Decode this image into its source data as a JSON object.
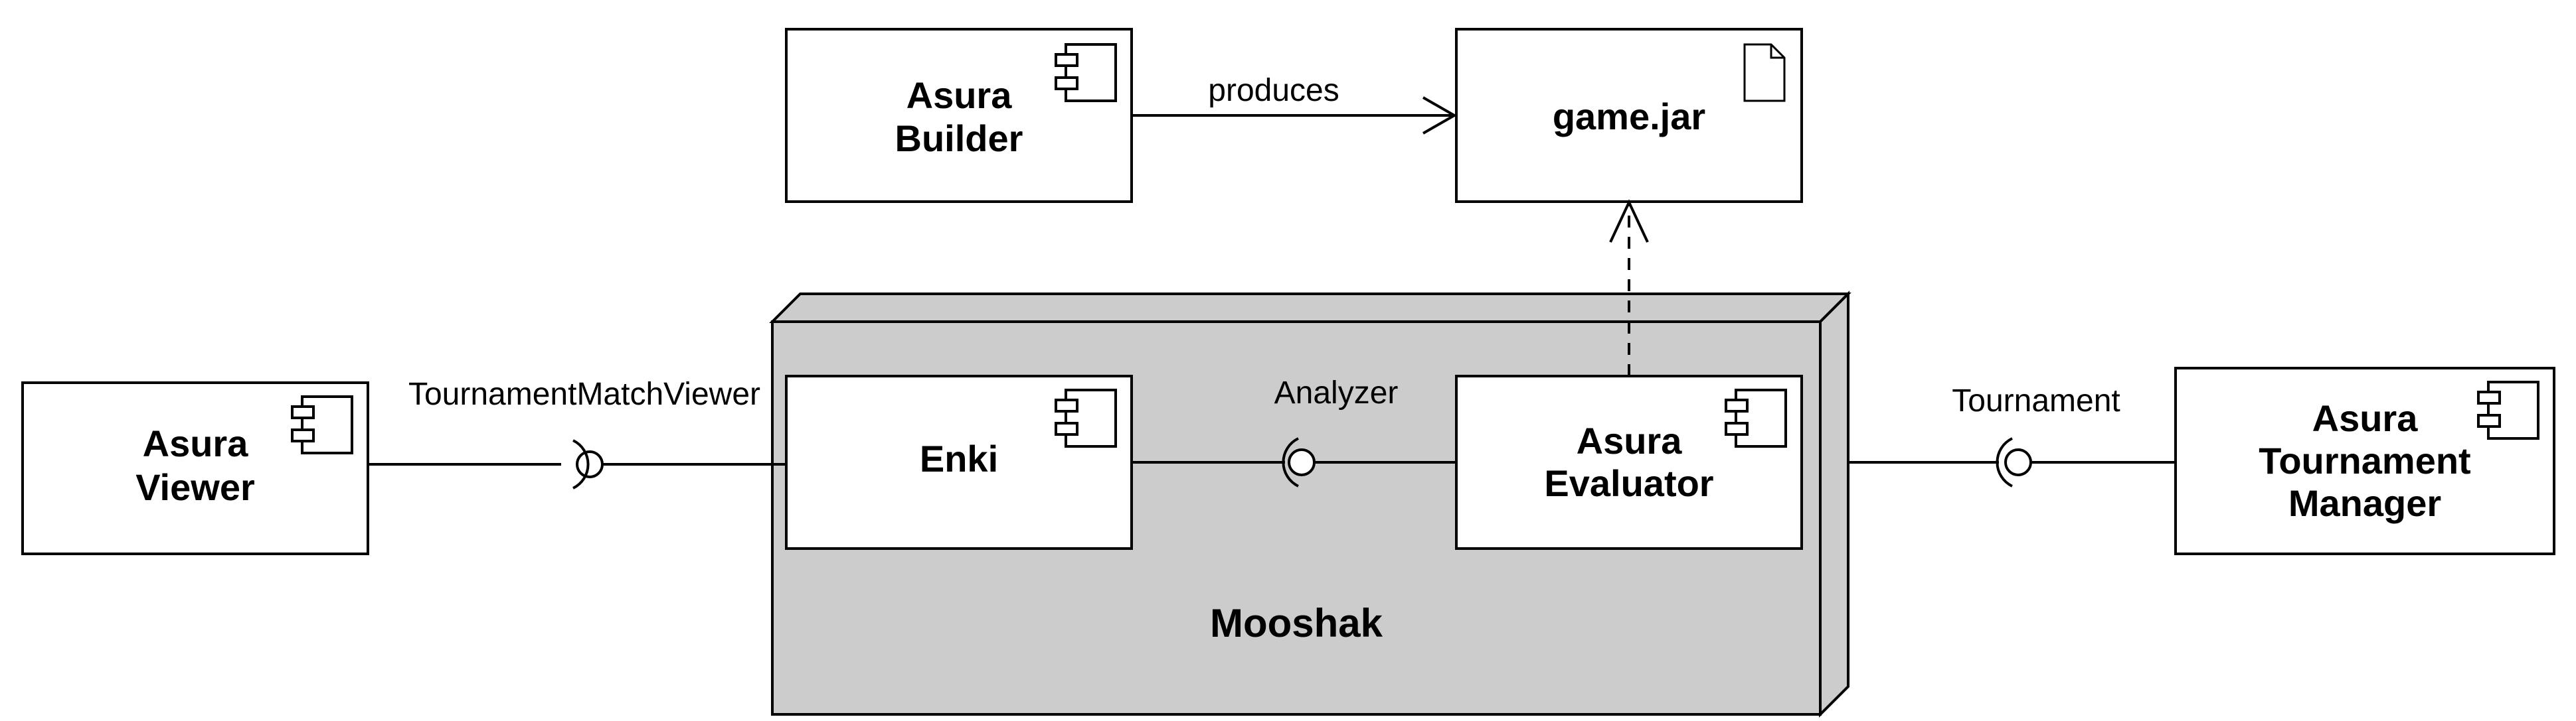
{
  "node": {
    "label": "Mooshak",
    "fill_color": "#cccccc"
  },
  "components": {
    "asura_builder": {
      "line1": "Asura",
      "line2": "Builder"
    },
    "game_jar": {
      "label": "game.jar"
    },
    "asura_viewer": {
      "line1": "Asura",
      "line2": "Viewer"
    },
    "enki": {
      "label": "Enki"
    },
    "asura_evaluator": {
      "line1": "Asura",
      "line2": "Evaluator"
    },
    "asura_tournament_manager": {
      "line1": "Asura",
      "line2": "Tournament",
      "line3": "Manager"
    }
  },
  "connectors": {
    "produces": "produces",
    "tournament_match_viewer": "TournamentMatchViewer",
    "analyzer": "Analyzer",
    "tournament": "Tournament"
  }
}
